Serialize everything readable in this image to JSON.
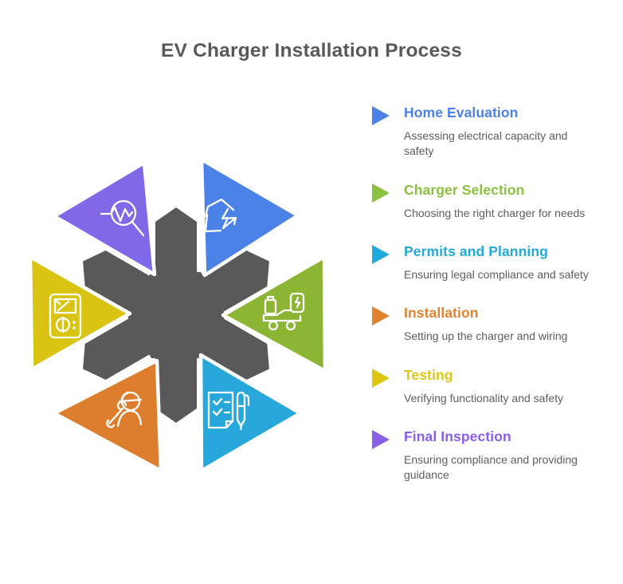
{
  "title": "EV Charger Installation Process",
  "colors": {
    "background": "#ffffff",
    "title_text": "#58595b",
    "description_text": "#5d5d5d",
    "center_asterisk": "#595959"
  },
  "diagram": {
    "center_shape": "asterisk",
    "triangles": [
      {
        "position": "top-left",
        "step": "Final Inspection",
        "color": "#8168e6",
        "icon": "magnifier-wave-icon"
      },
      {
        "position": "top-right",
        "step": "Home Evaluation",
        "color": "#4a82e8",
        "icon": "house-lightning-icon"
      },
      {
        "position": "left",
        "step": "Testing",
        "color": "#d9c414",
        "icon": "multimeter-icon"
      },
      {
        "position": "right",
        "step": "Charger Selection",
        "color": "#8cb534",
        "icon": "ev-charger-icon"
      },
      {
        "position": "bottom-left",
        "step": "Installation",
        "color": "#dd7e2e",
        "icon": "worker-icon"
      },
      {
        "position": "bottom-right",
        "step": "Permits and Planning",
        "color": "#28a7da",
        "icon": "checklist-pen-icon"
      }
    ]
  },
  "legend": {
    "items": [
      {
        "label": "Home Evaluation",
        "description": "Assessing electrical capacity and safety",
        "color": "#4a82e8",
        "icon": "step-arrow-icon"
      },
      {
        "label": "Charger Selection",
        "description": "Choosing the right charger for needs",
        "color": "#8cc041",
        "icon": "step-arrow-icon"
      },
      {
        "label": "Permits and Planning",
        "description": "Ensuring legal compliance and safety",
        "color": "#22a9dc",
        "icon": "step-arrow-icon"
      },
      {
        "label": "Installation",
        "description": "Setting up the charger and wiring",
        "color": "#e0822f",
        "icon": "step-arrow-icon"
      },
      {
        "label": "Testing",
        "description": "Verifying functionality and safety",
        "color": "#ddc713",
        "icon": "step-arrow-icon"
      },
      {
        "label": "Final Inspection",
        "description": "Ensuring compliance and providing guidance",
        "color": "#8a5fe6",
        "icon": "step-arrow-icon"
      }
    ]
  }
}
